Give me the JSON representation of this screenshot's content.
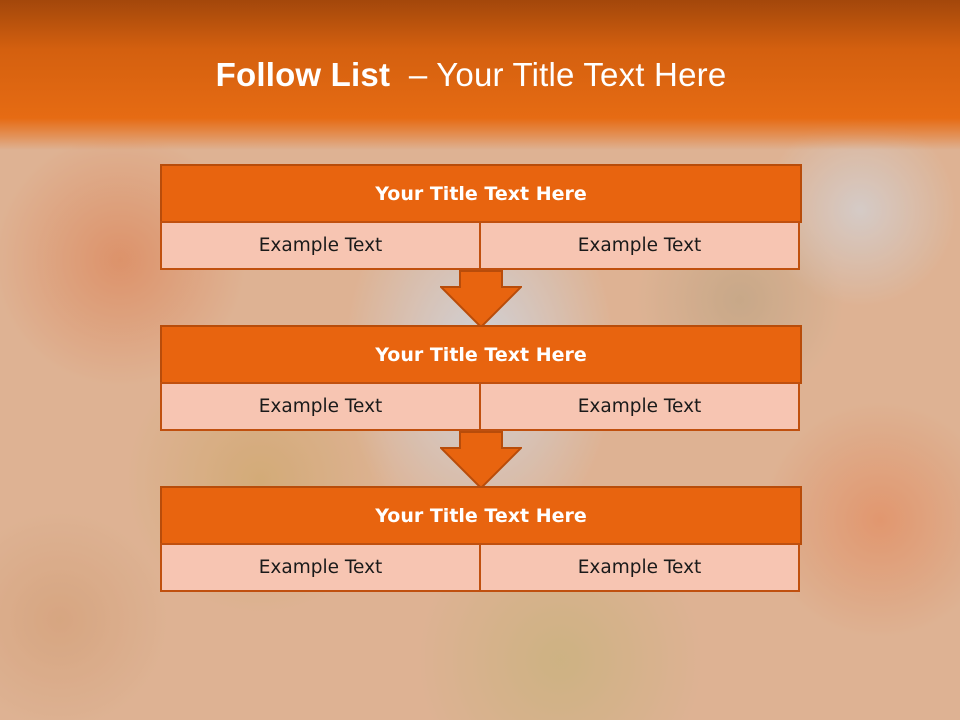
{
  "slide": {
    "title_bold": "Follow List",
    "title_rest": "– Your Title Text Here"
  },
  "steps": [
    {
      "title": "Your Title Text Here",
      "left": "Example Text",
      "right": "Example Text"
    },
    {
      "title": "Your Title Text Here",
      "left": "Example Text",
      "right": "Example Text"
    },
    {
      "title": "Your Title Text Here",
      "left": "Example Text",
      "right": "Example Text"
    }
  ],
  "colors": {
    "header": "#e66b13",
    "step_title_fill": "#e8640f",
    "step_cell_fill": "#f7c5b2",
    "arrow_fill": "#e8640f"
  }
}
